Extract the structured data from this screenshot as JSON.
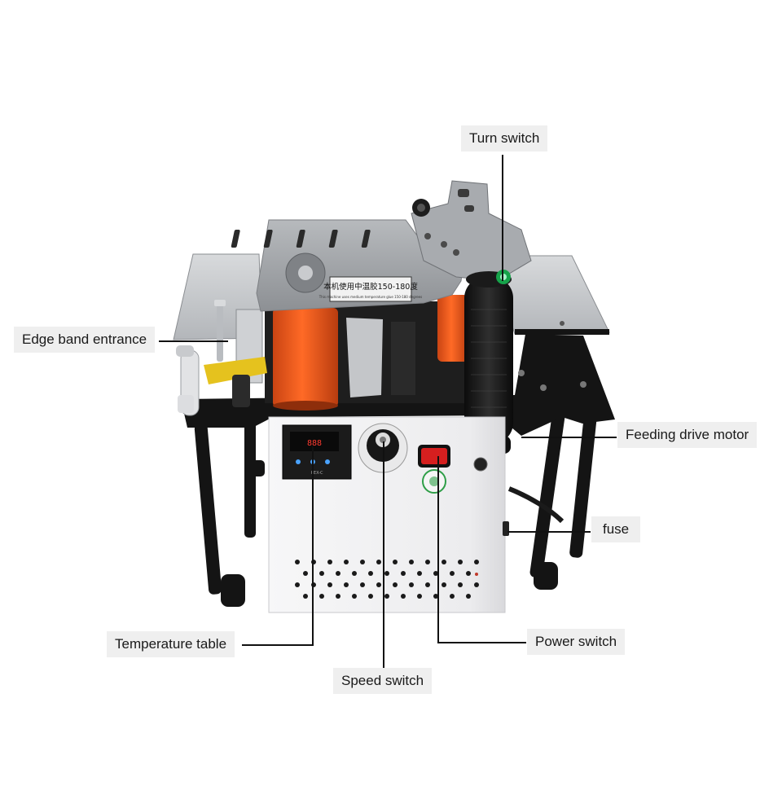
{
  "callouts": {
    "turn_switch": "Turn switch",
    "edge_band_entrance": "Edge band entrance",
    "feeding_drive_motor": "Feeding drive motor",
    "fuse": "fuse",
    "temperature_table": "Temperature table",
    "power_switch": "Power switch",
    "speed_switch": "Speed switch"
  },
  "machine": {
    "plate_label_cn": "本机使用中温胶150-180度",
    "plate_label_en": "This machine uses medium temperature glue 150-180 degrees",
    "controller_model": "REX-C"
  },
  "colors": {
    "roller_orange": "#ee5a1c",
    "cover_gray": "#9a9da1",
    "frame_black": "#141414",
    "housing_white": "#f4f4f5",
    "table_top": "#c9cbce",
    "guide_yellow": "#e5c21e",
    "leader_line": "#111111",
    "callout_bg": "#efefef"
  }
}
